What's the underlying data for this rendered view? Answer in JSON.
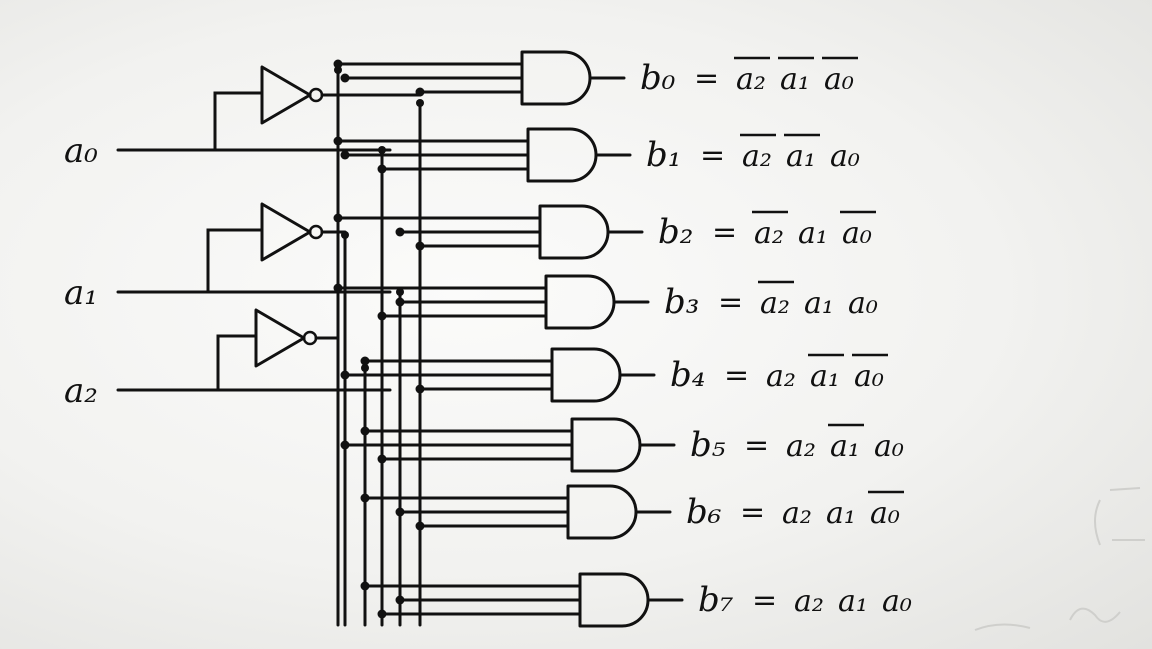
{
  "inputs": [
    {
      "label": "a₀"
    },
    {
      "label": "a₁"
    },
    {
      "label": "a₂"
    }
  ],
  "outputs": [
    {
      "name": "b₀",
      "terms": [
        "a₂",
        "a₁",
        "a₀"
      ],
      "inverted": [
        true,
        true,
        true
      ]
    },
    {
      "name": "b₁",
      "terms": [
        "a₂",
        "a₁",
        "a₀"
      ],
      "inverted": [
        true,
        true,
        false
      ]
    },
    {
      "name": "b₂",
      "terms": [
        "a₂",
        "a₁",
        "a₀"
      ],
      "inverted": [
        true,
        false,
        true
      ]
    },
    {
      "name": "b₃",
      "terms": [
        "a₂",
        "a₁",
        "a₀"
      ],
      "inverted": [
        true,
        false,
        false
      ]
    },
    {
      "name": "b₄",
      "terms": [
        "a₂",
        "a₁",
        "a₀"
      ],
      "inverted": [
        false,
        true,
        true
      ]
    },
    {
      "name": "b₅",
      "terms": [
        "a₂",
        "a₁",
        "a₀"
      ],
      "inverted": [
        false,
        true,
        false
      ]
    },
    {
      "name": "b₆",
      "terms": [
        "a₂",
        "a₁",
        "a₀"
      ],
      "inverted": [
        false,
        false,
        true
      ]
    },
    {
      "name": "b₇",
      "terms": [
        "a₂",
        "a₁",
        "a₀"
      ],
      "inverted": [
        false,
        false,
        false
      ]
    }
  ],
  "colors": {
    "ink": "#111111",
    "paper": "#f4f4f2"
  }
}
